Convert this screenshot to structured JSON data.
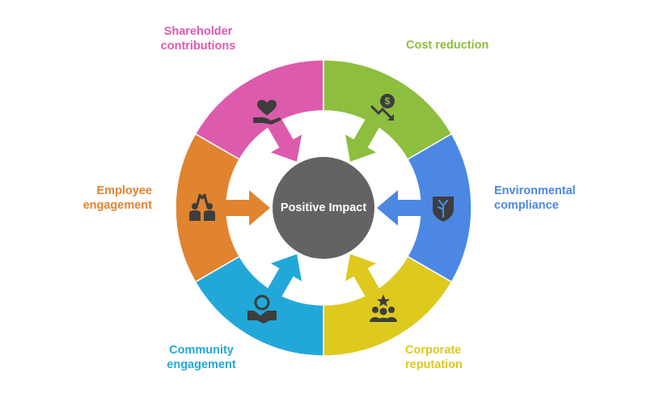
{
  "center": {
    "label": "Positive Impact",
    "color": "#636363"
  },
  "segments": [
    {
      "id": "shareholder",
      "lines": [
        "Shareholder",
        "contributions"
      ],
      "color": "#DD5BAD",
      "icon": "heart-hand-icon"
    },
    {
      "id": "cost",
      "lines": [
        "Cost reduction"
      ],
      "color": "#8DBE3E",
      "icon": "dollar-down-arrow-icon"
    },
    {
      "id": "environment",
      "lines": [
        "Environmental",
        "compliance"
      ],
      "color": "#4C87E4",
      "icon": "shield-plant-icon"
    },
    {
      "id": "corporate",
      "lines": [
        "Corporate",
        "reputation"
      ],
      "color": "#DEC91F",
      "icon": "people-star-icon"
    },
    {
      "id": "community",
      "lines": [
        "Community",
        "engagement"
      ],
      "color": "#22A8D8",
      "icon": "handshake-globe-icon"
    },
    {
      "id": "employee",
      "lines": [
        "Employee",
        "engagement"
      ],
      "color": "#E0842F",
      "icon": "high-five-icon"
    }
  ]
}
